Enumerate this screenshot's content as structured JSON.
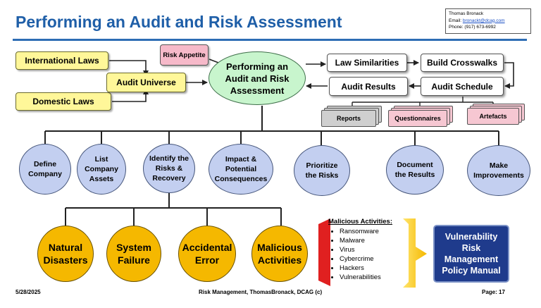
{
  "header": {
    "title": "Performing  an Audit and Risk Assessment",
    "contact": {
      "name": "Thomas Bronack",
      "email_label": "Email:",
      "email": "bronackt@dcag.com",
      "phone": "Phone:  (917) 673-6992"
    }
  },
  "inputs": {
    "international_laws": "International Laws",
    "domestic_laws": "Domestic Laws",
    "audit_universe": "Audit Universe",
    "risk_appetite": "Risk Appetite"
  },
  "center": "Performing an Audit and  Risk Assessment",
  "process": {
    "law_similarities": "Law Similarities",
    "build_crosswalks": "Build Crosswalks",
    "audit_schedule": "Audit Schedule",
    "audit_results": "Audit Results"
  },
  "outputs": {
    "reports": "Reports",
    "questionnaires": "Questionnaires",
    "artefacts": "Artefacts"
  },
  "steps": {
    "define_company": "Define Company",
    "list_assets": "List Company Assets",
    "identify_risks": "Identify the Risks & Recovery",
    "impact": "Impact & Potential Consequences",
    "prioritize": "Prioritize the Risks",
    "document": "Document the Results",
    "improve": "Make Improvements"
  },
  "risk_types": {
    "natural": "Natural Disasters",
    "system": "System Failure",
    "accidental": "Accidental Error",
    "malicious": "Malicious Activities"
  },
  "malicious_list": {
    "title": "Malicious Activities:",
    "items": [
      "Ransomware",
      "Malware",
      "Virus",
      "Cybercrime",
      "Hackers",
      "Vulnerabilities"
    ]
  },
  "manual": "Vulnerability Risk Management Policy Manual",
  "footer": {
    "date": "5/28/2025",
    "center": "Risk Management, ThomasBronack, DCAG (c)",
    "page": "Page:  17"
  },
  "colors": {
    "title": "#1f5fa8",
    "yellow_box": "#fff799",
    "pink_box": "#f6b9c9",
    "ellipse": "#c8f5cd",
    "blue_circle": "#c3cff0",
    "orange_circle": "#f5b800",
    "manual": "#1f3b8c",
    "bracket_red": "#e02020",
    "bracket_yellow": "#f5c400"
  }
}
